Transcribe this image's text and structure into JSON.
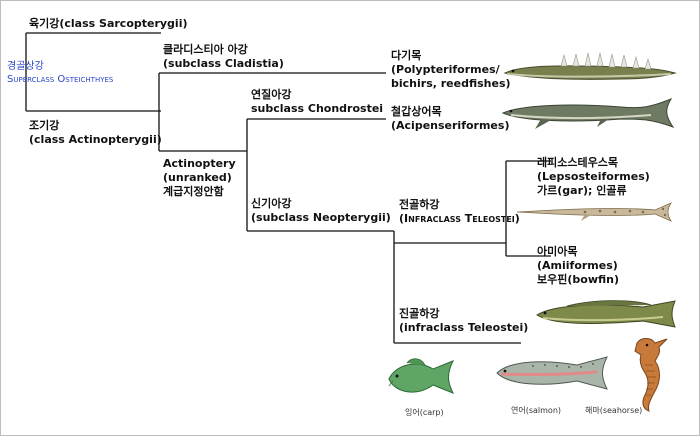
{
  "nodes": {
    "sarcopterygii": {
      "line1": "육기강(class Sarcopterygii)"
    },
    "osteichthyes": {
      "line1": "경골상강",
      "line2": "Superclass Osteichthyes"
    },
    "cladistia": {
      "line1": "클라디스티아 아강",
      "line2": "(subclass Cladistia)"
    },
    "polypteriformes": {
      "line1": "다기목",
      "line2": "(Polypteriformes/",
      "line3": "bichirs, reedfishes)"
    },
    "chondrostei": {
      "line1": "연질아강",
      "line2": "subclass Chondrostei"
    },
    "acipenseriformes": {
      "line1": "철갑상어목",
      "line2": "(Acipenseriformes)"
    },
    "actinopterygii": {
      "line1": "조기강",
      "line2": "(class Actinopterygii)"
    },
    "actinoptery": {
      "line1": "Actinoptery",
      "line2": "(unranked)",
      "line3": "계급지정안함"
    },
    "neopterygii": {
      "line1": "신기아강",
      "line2": "(subclass Neopterygii)"
    },
    "lepisosteiformes": {
      "line1": "레피소스테우스목",
      "line2": "(Lepsosteiformes)",
      "line3": "가르(gar); 인골류"
    },
    "infraclass_caps": {
      "line1": "전골하강",
      "line2": "(Infraclass Teleostei)"
    },
    "amiiformes": {
      "line1": "아미아목",
      "line2": "(Amiiformes)",
      "line3": "보우핀(bowfin)"
    },
    "teleostei": {
      "line1": "진골하강",
      "line2": "(infraclass Teleostei)"
    }
  },
  "captions": {
    "carp": "잉어(carp)",
    "salmon": "연어(salmon)",
    "seahorse": "해마(seahorse)"
  },
  "colors": {
    "line": "#111111",
    "blue_label": "#2a45c8",
    "border": "#bdbdbd"
  }
}
